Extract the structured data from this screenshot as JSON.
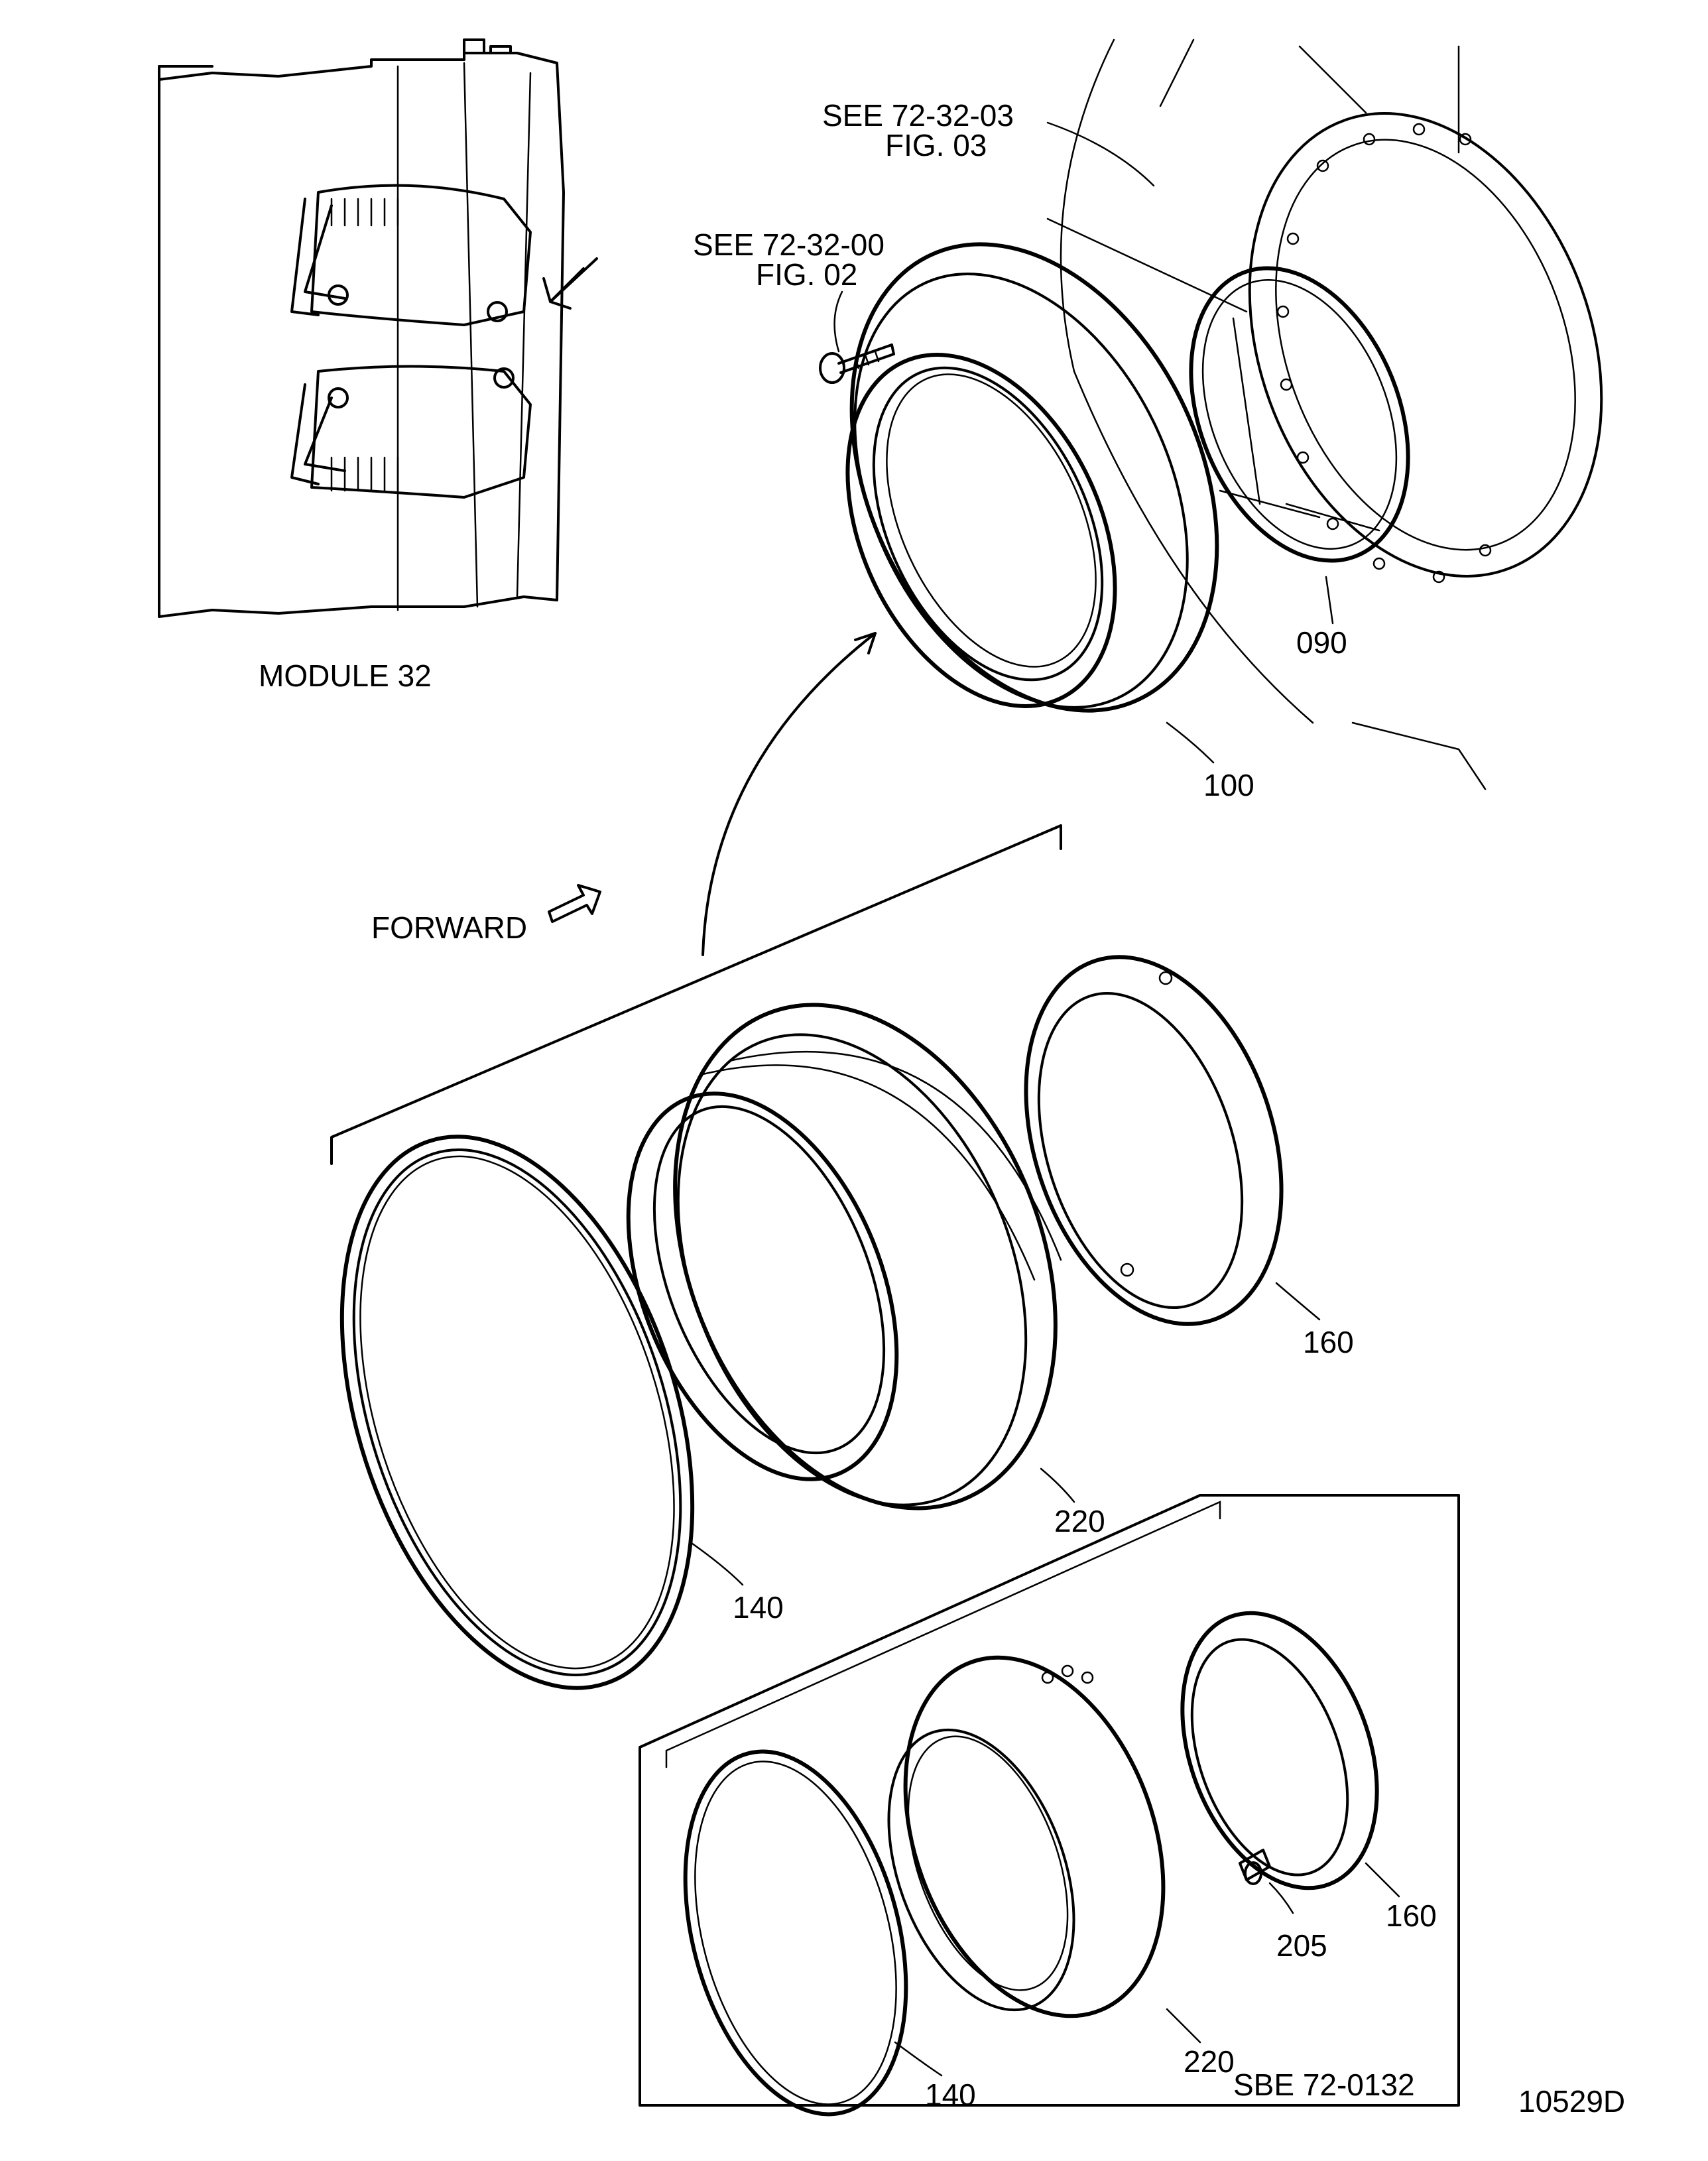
{
  "inset": {
    "caption": "MODULE 32"
  },
  "references": {
    "see_1": {
      "line1": "SEE  72-32-03",
      "line2": "FIG. 03"
    },
    "see_2": {
      "line1": "SEE  72-32-00",
      "line2": "FIG. 02"
    }
  },
  "direction": {
    "label": "FORWARD"
  },
  "callouts": {
    "c090": "090",
    "c100": "100",
    "c160_a": "160",
    "c220_a": "220",
    "c140_a": "140",
    "c160_b": "160",
    "c205": "205",
    "c220_b": "220",
    "c140_b": "140"
  },
  "variant_box": {
    "label": "SBE  72-0132"
  },
  "figure_id": "10529D"
}
